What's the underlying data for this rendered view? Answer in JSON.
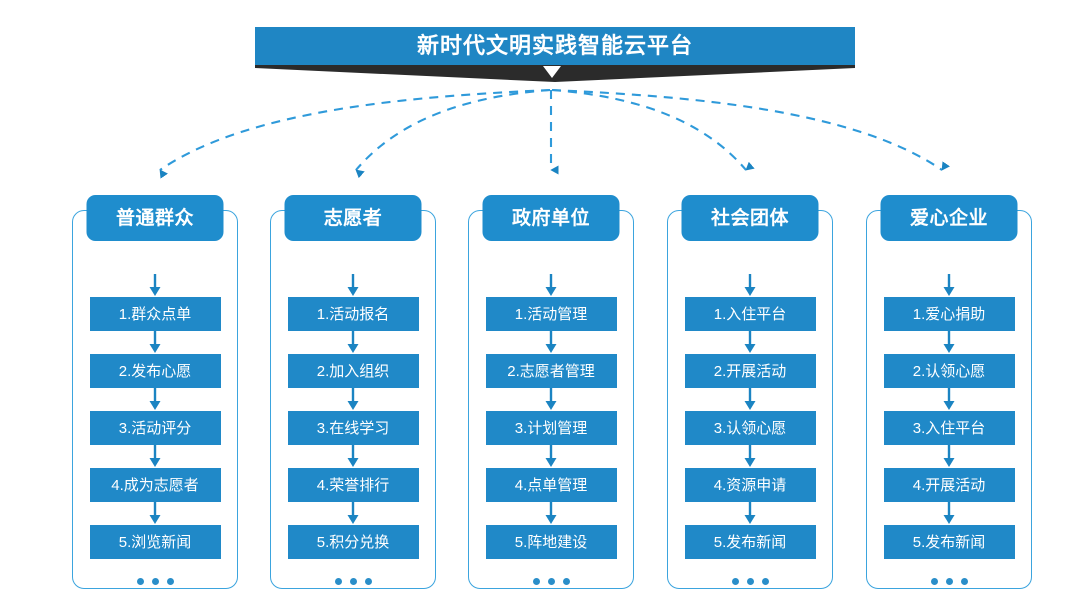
{
  "header": {
    "title": "新时代文明实践智能云平台",
    "banner_color": "#1f86c4",
    "shadow_color": "#2b2b2b",
    "chevron_icon": "chevron-down-icon"
  },
  "theme": {
    "box_blue": "#2089c8",
    "header_blue": "#1f8dcd",
    "outline_blue": "#3ba4de",
    "arrow_blue": "#1b84c2",
    "dash_blue": "#2f9ada"
  },
  "ellipsis": "...",
  "columns": [
    {
      "id": "general-public",
      "title": "普通群众",
      "items": [
        "1.群众点单",
        "2.发布心愿",
        "3.活动评分",
        "4.成为志愿者",
        "5.浏览新闻"
      ]
    },
    {
      "id": "volunteer",
      "title": "志愿者",
      "items": [
        "1.活动报名",
        "2.加入组织",
        "3.在线学习",
        "4.荣誉排行",
        "5.积分兑换"
      ]
    },
    {
      "id": "government-unit",
      "title": "政府单位",
      "items": [
        "1.活动管理",
        "2.志愿者管理",
        "3.计划管理",
        "4.点单管理",
        "5.阵地建设"
      ]
    },
    {
      "id": "social-group",
      "title": "社会团体",
      "items": [
        "1.入住平台",
        "2.开展活动",
        "3.认领心愿",
        "4.资源申请",
        "5.发布新闻"
      ]
    },
    {
      "id": "charity-enterprise",
      "title": "爱心企业",
      "items": [
        "1.爱心捐助",
        "2.认领心愿",
        "3.入住平台",
        "4.开展活动",
        "5.发布新闻"
      ]
    }
  ]
}
